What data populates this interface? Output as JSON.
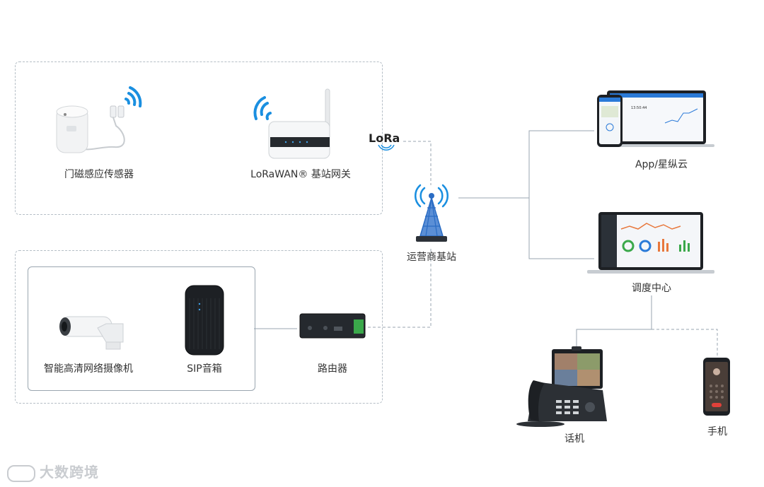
{
  "devices": {
    "door_sensor": "门磁感应传感器",
    "gateway": "LoRaWAN® 基站网关",
    "base_station": "运营商基站",
    "camera": "智能高清网络摄像机",
    "sip_speaker": "SIP音箱",
    "router": "路由器",
    "app_cloud": "App/星纵云",
    "dispatch_center": "调度中心",
    "phone_set": "话机",
    "mobile": "手机"
  },
  "lora_logo": "LoRa",
  "watermark": "大数跨境",
  "screen_samples": {
    "clock": "13:50:44"
  },
  "colors": {
    "line": "#9aa6b0",
    "signal_blue": "#1a8fe0",
    "tower_blue": "#2a6cc4"
  }
}
